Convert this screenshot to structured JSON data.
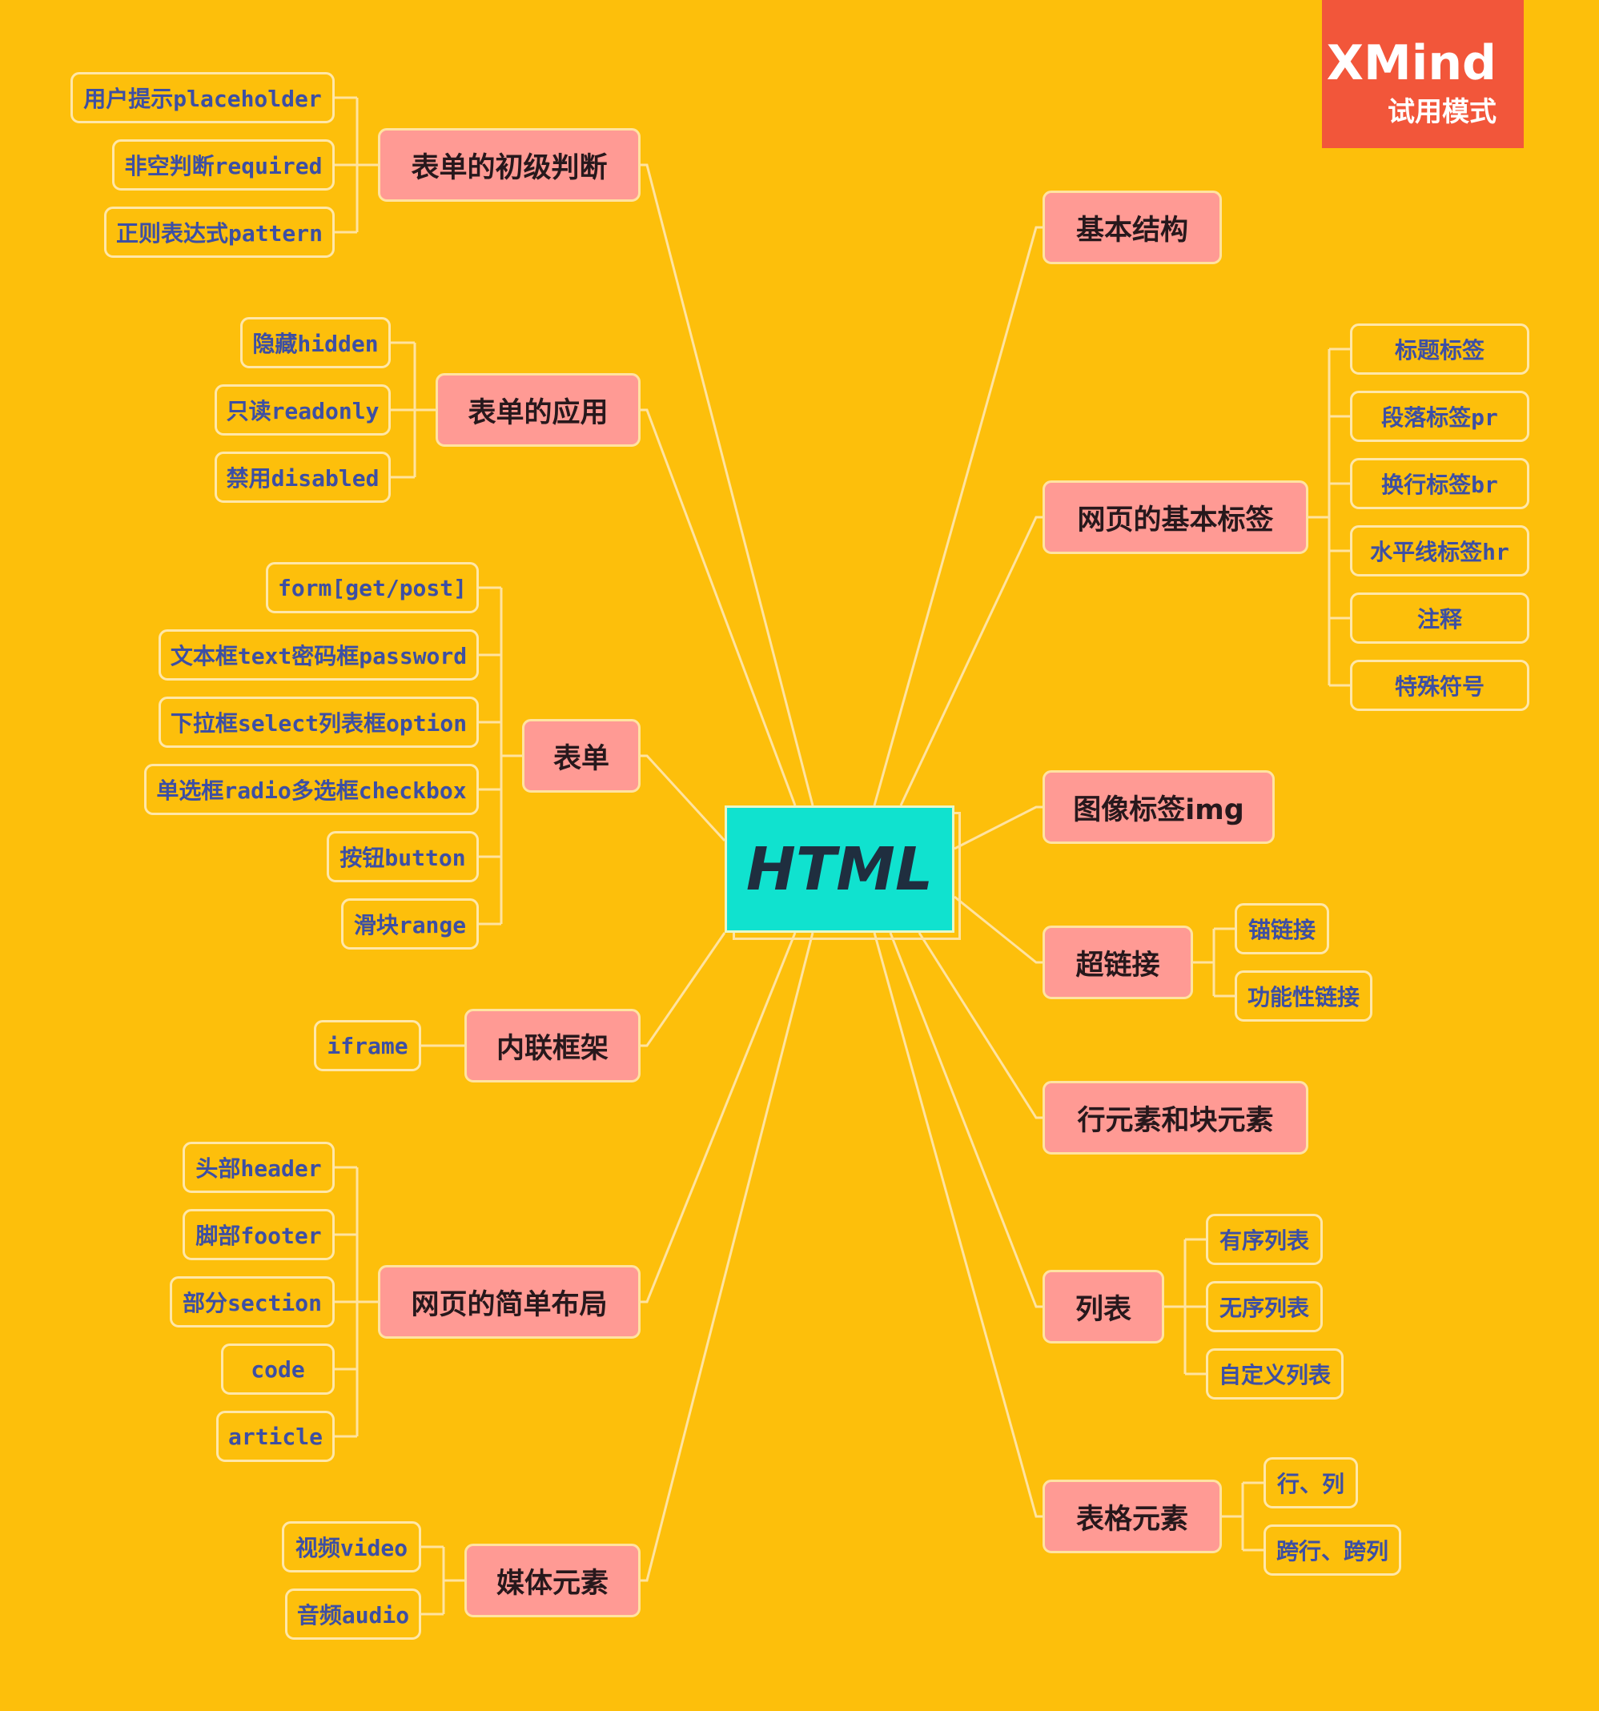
{
  "root": "HTML",
  "trial_badge": {
    "brand": "XMind",
    "mode": "试用模式"
  },
  "colors": {
    "background": "#FDBF0B",
    "main_topic": "#FF9A94",
    "center_topic": "#10E2CF",
    "subtopic_text": "#3D4FA3",
    "connector": "#FFE3A0",
    "badge": "#F2563A"
  },
  "left_branches": [
    {
      "label": "表单的初级判断",
      "children": [
        "用户提示placeholder",
        "非空判断required",
        "正则表达式pattern"
      ]
    },
    {
      "label": "表单的应用",
      "children": [
        "隐藏hidden",
        "只读readonly",
        "禁用disabled"
      ]
    },
    {
      "label": "表单",
      "children": [
        "form[get/post]",
        "文本框text密码框password",
        "下拉框select列表框option",
        "单选框radio多选框checkbox",
        "按钮button",
        "滑块range"
      ]
    },
    {
      "label": "内联框架",
      "children": [
        "iframe"
      ]
    },
    {
      "label": "网页的简单布局",
      "children": [
        "头部header",
        "脚部footer",
        "部分section",
        "code",
        "article"
      ]
    },
    {
      "label": "媒体元素",
      "children": [
        "视频video",
        "音频audio"
      ]
    }
  ],
  "right_branches": [
    {
      "label": "基本结构",
      "children": []
    },
    {
      "label": "网页的基本标签",
      "children": [
        "标题标签",
        "段落标签pr",
        "换行标签br",
        "水平线标签hr",
        "注释",
        "特殊符号"
      ]
    },
    {
      "label": "图像标签img",
      "children": []
    },
    {
      "label": "超链接",
      "children": [
        "锚链接",
        "功能性链接"
      ]
    },
    {
      "label": "行元素和块元素",
      "children": []
    },
    {
      "label": "列表",
      "children": [
        "有序列表",
        "无序列表",
        "自定义列表"
      ]
    },
    {
      "label": "表格元素",
      "children": [
        "行、列",
        "跨行、跨列"
      ]
    }
  ]
}
